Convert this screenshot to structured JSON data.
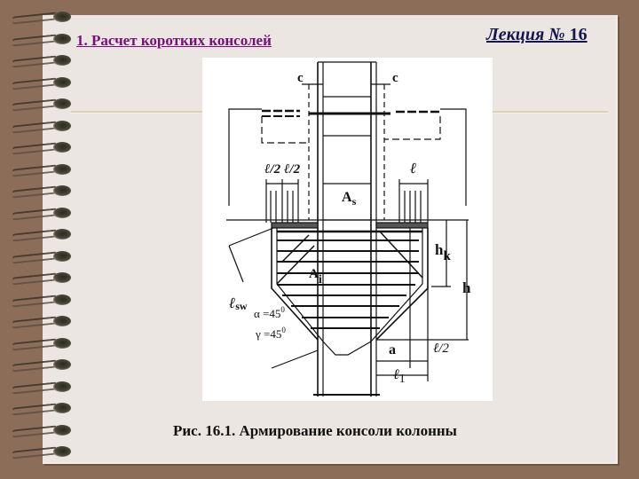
{
  "slide": {
    "section_title": "1. Расчет коротких консолей",
    "lecture_label": "Лекция №",
    "lecture_number": "16",
    "caption": "Рис. 16.1. Армирование консоли колонны"
  },
  "figure": {
    "labels": {
      "c_left": "c",
      "c_right": "c",
      "l_half_left_1": "ℓ/2",
      "l_half_left_2": "ℓ/2",
      "l_right": "ℓ",
      "As": "A",
      "As_sub": "s",
      "Ai": "A",
      "Ai_sub": "i",
      "hk": "h",
      "hk_sub": "k",
      "h": "h",
      "lsw": "ℓ",
      "lsw_sub": "sw",
      "alpha": "α =45",
      "alpha_deg": "0",
      "gamma": "γ =45",
      "gamma_deg": "0",
      "a": "a",
      "l_half_bottom": "ℓ/2",
      "l1": "ℓ",
      "l1_sub": "1"
    }
  },
  "colors": {
    "background": "#8b6d58",
    "page": "#ebe6e2",
    "title": "#7a0e7a",
    "lecture": "#15154f"
  },
  "spiral": {
    "ring_count": 21
  }
}
